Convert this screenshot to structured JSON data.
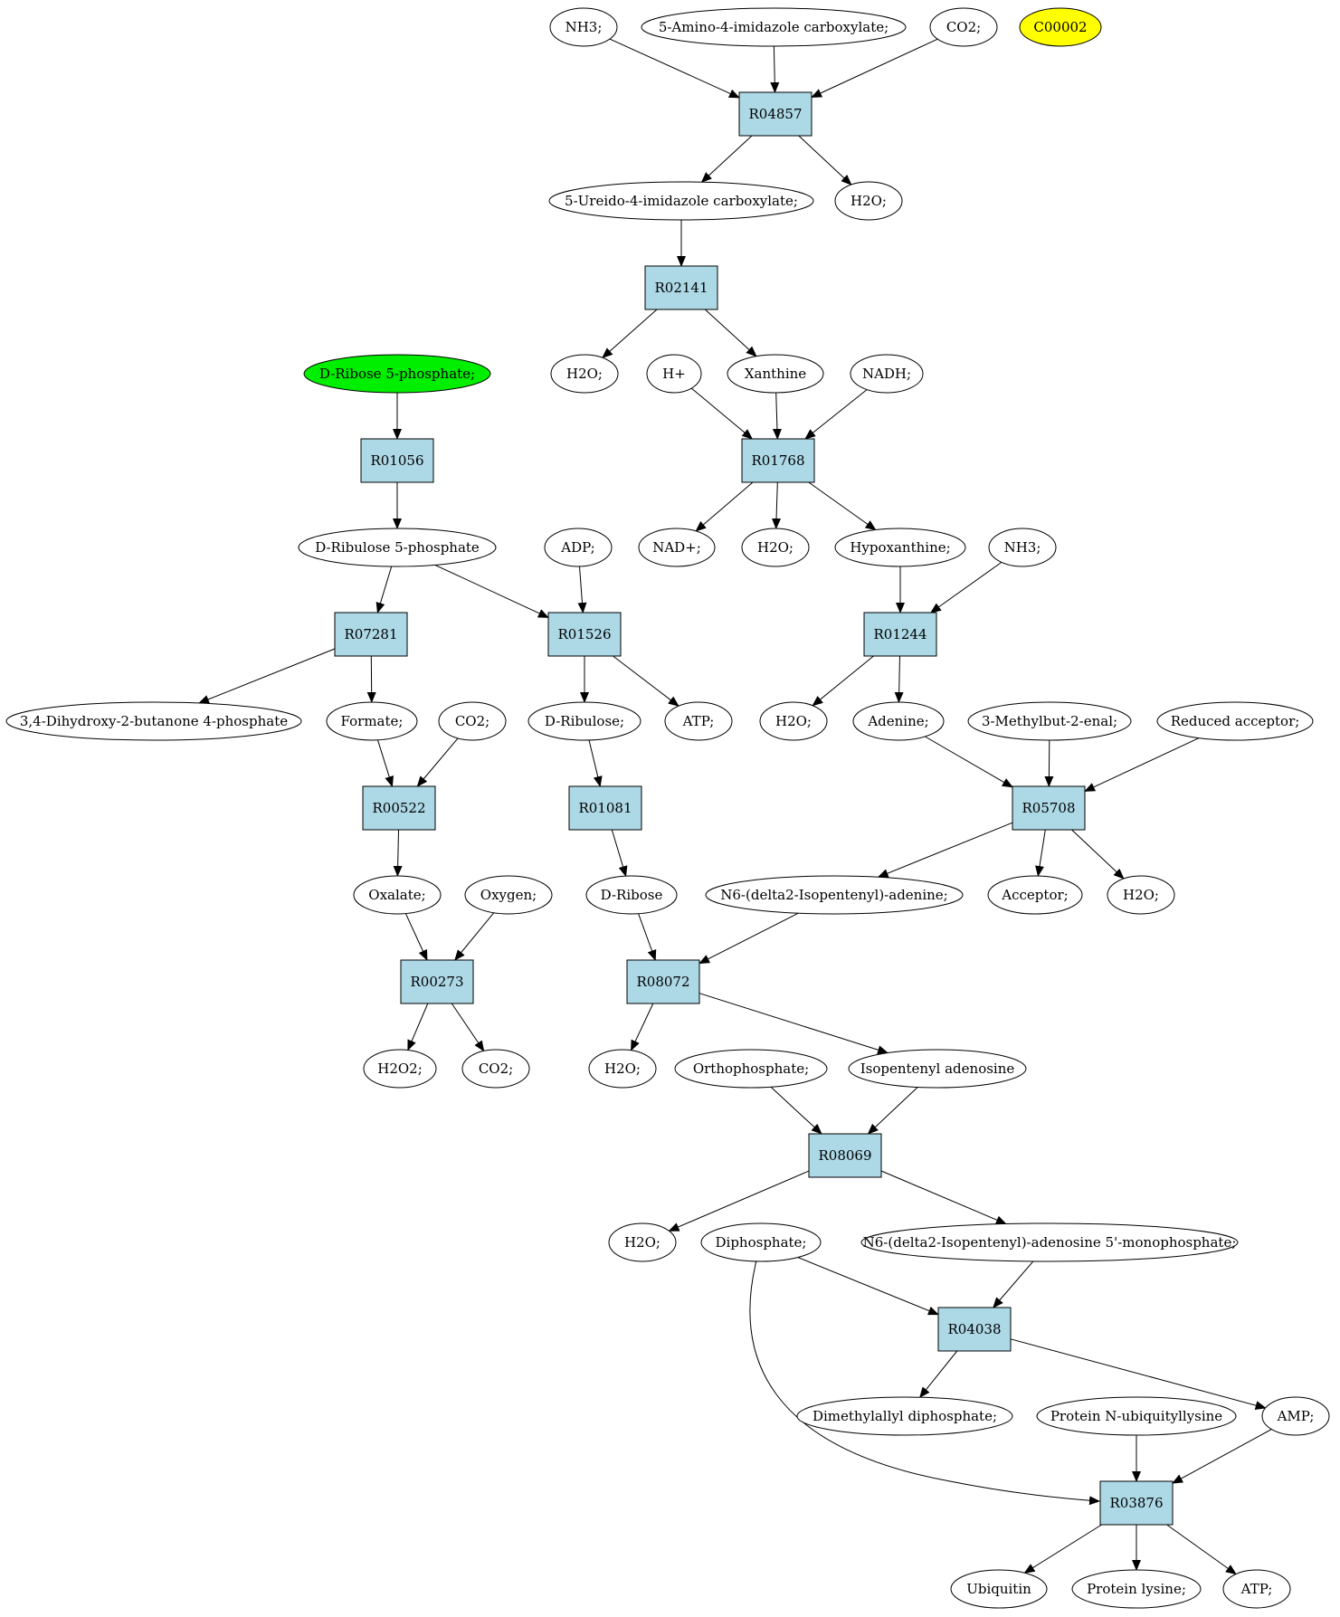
{
  "colors": {
    "reaction_fill": "#add8e6",
    "compound_fill": "#ffffff",
    "start_fill": "#00ee00",
    "highlight_fill": "#ffff00",
    "stroke": "#000000"
  },
  "nodes": [
    {
      "id": "c_nh3_a",
      "label": "NH3;",
      "kind": "compound"
    },
    {
      "id": "c_aic",
      "label": "5-Amino-4-imidazole carboxylate;",
      "kind": "compound"
    },
    {
      "id": "c_co2_a",
      "label": "CO2;",
      "kind": "compound"
    },
    {
      "id": "c_c00002",
      "label": "C00002",
      "kind": "highlight"
    },
    {
      "id": "r_R04857",
      "label": "R04857",
      "kind": "reaction"
    },
    {
      "id": "c_uic",
      "label": "5-Ureido-4-imidazole carboxylate;",
      "kind": "compound"
    },
    {
      "id": "c_h2o_a",
      "label": "H2O;",
      "kind": "compound"
    },
    {
      "id": "r_R02141",
      "label": "R02141",
      "kind": "reaction"
    },
    {
      "id": "c_h2o_b",
      "label": "H2O;",
      "kind": "compound"
    },
    {
      "id": "c_hplus",
      "label": "H+",
      "kind": "compound"
    },
    {
      "id": "c_xanthine",
      "label": "Xanthine",
      "kind": "compound"
    },
    {
      "id": "c_nadh",
      "label": "NADH;",
      "kind": "compound"
    },
    {
      "id": "c_r5p",
      "label": "D-Ribose 5-phosphate;",
      "kind": "start"
    },
    {
      "id": "r_R01768",
      "label": "R01768",
      "kind": "reaction"
    },
    {
      "id": "r_R01056",
      "label": "R01056",
      "kind": "reaction"
    },
    {
      "id": "c_nadplus",
      "label": "NAD+;",
      "kind": "compound"
    },
    {
      "id": "c_h2o_c",
      "label": "H2O;",
      "kind": "compound"
    },
    {
      "id": "c_hypoxanthine",
      "label": "Hypoxanthine;",
      "kind": "compound"
    },
    {
      "id": "c_nh3_b",
      "label": "NH3;",
      "kind": "compound"
    },
    {
      "id": "c_ru5p",
      "label": "D-Ribulose 5-phosphate",
      "kind": "compound"
    },
    {
      "id": "c_adp",
      "label": "ADP;",
      "kind": "compound"
    },
    {
      "id": "r_R07281",
      "label": "R07281",
      "kind": "reaction"
    },
    {
      "id": "r_R01526",
      "label": "R01526",
      "kind": "reaction"
    },
    {
      "id": "r_R01244",
      "label": "R01244",
      "kind": "reaction"
    },
    {
      "id": "c_dhbp",
      "label": "3,4-Dihydroxy-2-butanone 4-phosphate",
      "kind": "compound"
    },
    {
      "id": "c_formate",
      "label": "Formate;",
      "kind": "compound"
    },
    {
      "id": "c_co2_b",
      "label": "CO2;",
      "kind": "compound"
    },
    {
      "id": "c_ribulose",
      "label": "D-Ribulose;",
      "kind": "compound"
    },
    {
      "id": "c_atp_a",
      "label": "ATP;",
      "kind": "compound"
    },
    {
      "id": "c_h2o_d",
      "label": "H2O;",
      "kind": "compound"
    },
    {
      "id": "c_adenine",
      "label": "Adenine;",
      "kind": "compound"
    },
    {
      "id": "c_methylbutenal",
      "label": "3-Methylbut-2-enal;",
      "kind": "compound"
    },
    {
      "id": "c_redacc",
      "label": "Reduced acceptor;",
      "kind": "compound"
    },
    {
      "id": "r_R00522",
      "label": "R00522",
      "kind": "reaction"
    },
    {
      "id": "r_R01081",
      "label": "R01081",
      "kind": "reaction"
    },
    {
      "id": "r_R05708",
      "label": "R05708",
      "kind": "reaction"
    },
    {
      "id": "c_oxalate",
      "label": "Oxalate;",
      "kind": "compound"
    },
    {
      "id": "c_oxygen",
      "label": "Oxygen;",
      "kind": "compound"
    },
    {
      "id": "c_ribose",
      "label": "D-Ribose",
      "kind": "compound"
    },
    {
      "id": "c_n6ipa",
      "label": "N6-(delta2-Isopentenyl)-adenine;",
      "kind": "compound"
    },
    {
      "id": "c_acceptor",
      "label": "Acceptor;",
      "kind": "compound"
    },
    {
      "id": "c_h2o_e",
      "label": "H2O;",
      "kind": "compound"
    },
    {
      "id": "r_R00273",
      "label": "R00273",
      "kind": "reaction"
    },
    {
      "id": "r_R08072",
      "label": "R08072",
      "kind": "reaction"
    },
    {
      "id": "c_h2o2",
      "label": "H2O2;",
      "kind": "compound"
    },
    {
      "id": "c_co2_c",
      "label": "CO2;",
      "kind": "compound"
    },
    {
      "id": "c_h2o_f",
      "label": "H2O;",
      "kind": "compound"
    },
    {
      "id": "c_orthophosphate",
      "label": "Orthophosphate;",
      "kind": "compound"
    },
    {
      "id": "c_ipado",
      "label": "Isopentenyl adenosine",
      "kind": "compound"
    },
    {
      "id": "r_R08069",
      "label": "R08069",
      "kind": "reaction"
    },
    {
      "id": "c_h2o_g",
      "label": "H2O;",
      "kind": "compound"
    },
    {
      "id": "c_diphosphate",
      "label": "Diphosphate;",
      "kind": "compound"
    },
    {
      "id": "c_n6ipamp",
      "label": "N6-(delta2-Isopentenyl)-adenosine 5'-monophosphate;",
      "kind": "compound"
    },
    {
      "id": "r_R04038",
      "label": "R04038",
      "kind": "reaction"
    },
    {
      "id": "c_dmapp",
      "label": "Dimethylallyl diphosphate;",
      "kind": "compound"
    },
    {
      "id": "c_pnub",
      "label": "Protein N-ubiquityllysine",
      "kind": "compound"
    },
    {
      "id": "c_amp",
      "label": "AMP;",
      "kind": "compound"
    },
    {
      "id": "r_R03876",
      "label": "R03876",
      "kind": "reaction"
    },
    {
      "id": "c_ubiquitin",
      "label": "Ubiquitin",
      "kind": "compound"
    },
    {
      "id": "c_protlys",
      "label": "Protein lysine;",
      "kind": "compound"
    },
    {
      "id": "c_atp_b",
      "label": "ATP;",
      "kind": "compound"
    }
  ],
  "edges": [
    {
      "from": "c_nh3_a",
      "to": "r_R04857"
    },
    {
      "from": "c_aic",
      "to": "r_R04857"
    },
    {
      "from": "c_co2_a",
      "to": "r_R04857"
    },
    {
      "from": "r_R04857",
      "to": "c_uic"
    },
    {
      "from": "r_R04857",
      "to": "c_h2o_a"
    },
    {
      "from": "c_uic",
      "to": "r_R02141"
    },
    {
      "from": "r_R02141",
      "to": "c_h2o_b"
    },
    {
      "from": "r_R02141",
      "to": "c_xanthine"
    },
    {
      "from": "c_hplus",
      "to": "r_R01768"
    },
    {
      "from": "c_xanthine",
      "to": "r_R01768"
    },
    {
      "from": "c_nadh",
      "to": "r_R01768"
    },
    {
      "from": "r_R01768",
      "to": "c_nadplus"
    },
    {
      "from": "r_R01768",
      "to": "c_h2o_c"
    },
    {
      "from": "r_R01768",
      "to": "c_hypoxanthine"
    },
    {
      "from": "c_r5p",
      "to": "r_R01056"
    },
    {
      "from": "r_R01056",
      "to": "c_ru5p"
    },
    {
      "from": "c_ru5p",
      "to": "r_R07281"
    },
    {
      "from": "c_ru5p",
      "to": "r_R01526"
    },
    {
      "from": "c_adp",
      "to": "r_R01526"
    },
    {
      "from": "c_hypoxanthine",
      "to": "r_R01244"
    },
    {
      "from": "c_nh3_b",
      "to": "r_R01244"
    },
    {
      "from": "r_R07281",
      "to": "c_dhbp"
    },
    {
      "from": "r_R07281",
      "to": "c_formate"
    },
    {
      "from": "r_R01526",
      "to": "c_ribulose"
    },
    {
      "from": "r_R01526",
      "to": "c_atp_a"
    },
    {
      "from": "r_R01244",
      "to": "c_h2o_d"
    },
    {
      "from": "r_R01244",
      "to": "c_adenine"
    },
    {
      "from": "c_formate",
      "to": "r_R00522"
    },
    {
      "from": "c_co2_b",
      "to": "r_R00522"
    },
    {
      "from": "c_ribulose",
      "to": "r_R01081"
    },
    {
      "from": "c_adenine",
      "to": "r_R05708"
    },
    {
      "from": "c_methylbutenal",
      "to": "r_R05708"
    },
    {
      "from": "c_redacc",
      "to": "r_R05708"
    },
    {
      "from": "r_R00522",
      "to": "c_oxalate"
    },
    {
      "from": "r_R01081",
      "to": "c_ribose"
    },
    {
      "from": "r_R05708",
      "to": "c_n6ipa"
    },
    {
      "from": "r_R05708",
      "to": "c_acceptor"
    },
    {
      "from": "r_R05708",
      "to": "c_h2o_e"
    },
    {
      "from": "c_oxalate",
      "to": "r_R00273"
    },
    {
      "from": "c_oxygen",
      "to": "r_R00273"
    },
    {
      "from": "c_ribose",
      "to": "r_R08072"
    },
    {
      "from": "c_n6ipa",
      "to": "r_R08072"
    },
    {
      "from": "r_R00273",
      "to": "c_h2o2"
    },
    {
      "from": "r_R00273",
      "to": "c_co2_c"
    },
    {
      "from": "r_R08072",
      "to": "c_h2o_f"
    },
    {
      "from": "r_R08072",
      "to": "c_ipado"
    },
    {
      "from": "c_orthophosphate",
      "to": "r_R08069"
    },
    {
      "from": "c_ipado",
      "to": "r_R08069"
    },
    {
      "from": "r_R08069",
      "to": "c_h2o_g"
    },
    {
      "from": "r_R08069",
      "to": "c_n6ipamp"
    },
    {
      "from": "c_diphosphate",
      "to": "r_R04038"
    },
    {
      "from": "c_n6ipamp",
      "to": "r_R04038"
    },
    {
      "from": "r_R04038",
      "to": "c_dmapp"
    },
    {
      "from": "r_R04038",
      "to": "c_amp"
    },
    {
      "from": "c_diphosphate",
      "to": "r_R03876"
    },
    {
      "from": "c_pnub",
      "to": "r_R03876"
    },
    {
      "from": "c_amp",
      "to": "r_R03876"
    },
    {
      "from": "r_R03876",
      "to": "c_ubiquitin"
    },
    {
      "from": "r_R03876",
      "to": "c_protlys"
    },
    {
      "from": "r_R03876",
      "to": "c_atp_b"
    }
  ]
}
